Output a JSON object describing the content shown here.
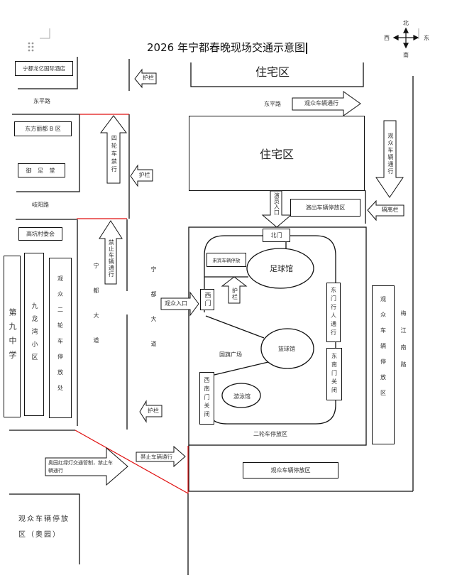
{
  "title": "2026 年宁都春晚现场交通示意图",
  "compass": {
    "north": "北",
    "south": "南",
    "west": "西",
    "east": "东"
  },
  "buildings": {
    "hotel": "宁都龙亿国际酒店",
    "dongfang": "东方丽都 B 区",
    "yuzutang": "御 足 堂",
    "cunweihui": "高坑村委会",
    "school": "第九中学",
    "jiulongwan": "九龙湾小区",
    "twowheel_west": "观众二轮车停放处",
    "residential_top": "住宅区",
    "residential_mid": "住宅区",
    "performer_parking": "演出车辆停放区",
    "special_parking": "来宾车辆停放",
    "audience_parking_east": "观众车辆停放区",
    "audience_parking_south": "观众车辆停放区",
    "aoyuan_parking": "观众车辆停放区（奥园）"
  },
  "roads": {
    "dongping_left": "东平路",
    "dongping_right": "东平路",
    "gufeng": "岐阳路",
    "ningdu_west": "宁都大道",
    "ningdu_east": "宁都大道",
    "meijiang": "梅江南路"
  },
  "venue": {
    "north_gate": "北门",
    "west_gate": "西门",
    "football": "足球馆",
    "basketball": "篮球馆",
    "swimming": "游泳馆",
    "plaza": "国旗广场",
    "east_gate": "东门行人通行",
    "southeast_gate": "东南门关闭",
    "southwest_gate": "西南门关闭",
    "twowheel_area": "二轮车停放区"
  },
  "arrows": {
    "guardrail_top": "护栏",
    "guardrail_mid": "护栏",
    "guardrail_bottom": "护栏",
    "guardrail_inner": "护栏",
    "audience_through": "观众车辆通行",
    "audience_through_vertical": "观众车辆通行",
    "four_wheel": "四轮车禁行",
    "no_vehicles_vertical": "禁止车辆通行",
    "performer_entry": "演员入口",
    "barrier": "隔离栏",
    "audience_entry": "观众入口",
    "no_vehicles_horizontal": "禁止车辆通行",
    "aoyuan_control": "奥园红绿灯交通管制，禁止车辆通行"
  },
  "colors": {
    "line": "#111111",
    "red_line": "#e01010"
  }
}
